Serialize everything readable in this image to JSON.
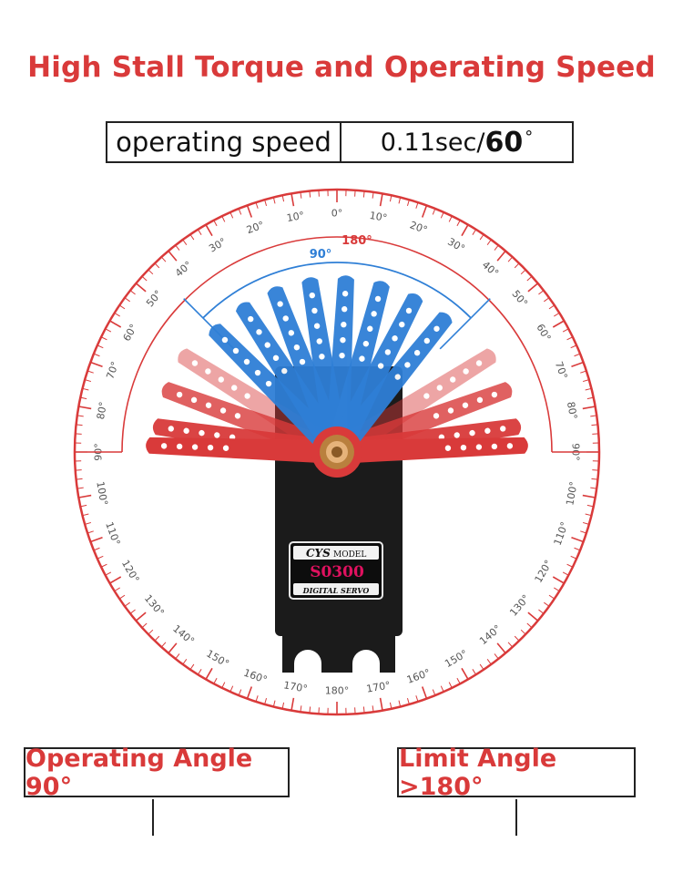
{
  "title": "High Stall Torque and Operating Speed",
  "spec": {
    "label": "operating speed",
    "value_prefix": "0.11sec/",
    "value_num": "60",
    "value_unit": "°"
  },
  "dial": {
    "ring_labels_top": [
      "0°",
      "10°",
      "20°",
      "30°",
      "40°",
      "50°",
      "60°",
      "70°",
      "80°",
      "90°"
    ],
    "ring_labels_bottom": [
      "100°",
      "110°",
      "120°",
      "130°",
      "140°",
      "150°",
      "160°",
      "170°",
      "180°"
    ],
    "arc_180_label": "180°",
    "arc_90_label": "90°",
    "colors": {
      "red": "#d93a3a",
      "blue": "#2f7fd6",
      "servo": "#1a1a1a",
      "pink": "#e0115f"
    }
  },
  "servo": {
    "brand": "CYS",
    "model_word": "MODEL",
    "model": "S0300",
    "subtitle": "DIGITAL SERVO"
  },
  "labels": {
    "operating_angle": "Operating Angle 90°",
    "limit_angle": "Limit Angle >180°"
  }
}
